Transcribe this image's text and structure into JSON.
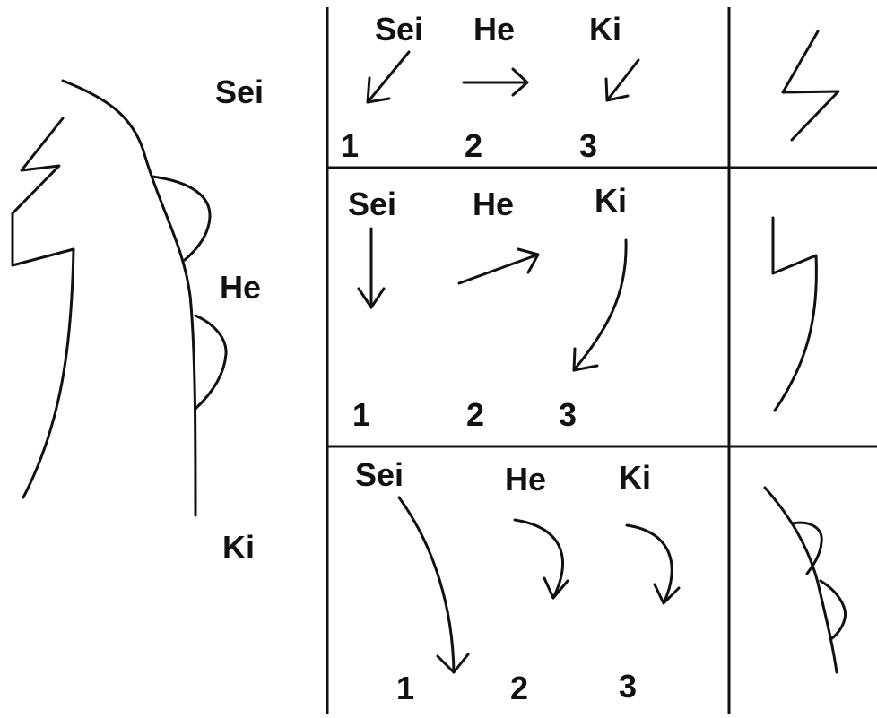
{
  "left": {
    "labels": [
      "Sei",
      "He",
      "Ki"
    ]
  },
  "rows": [
    {
      "syllables": [
        "Sei",
        "He",
        "Ki"
      ],
      "numbers": [
        "1",
        "2",
        "3"
      ]
    },
    {
      "syllables": [
        "Sei",
        "He",
        "Ki"
      ],
      "numbers": [
        "1",
        "2",
        "3"
      ]
    },
    {
      "syllables": [
        "Sei",
        "He",
        "Ki"
      ],
      "numbers": [
        "1",
        "2",
        "3"
      ]
    }
  ],
  "colors": {
    "ink": "#111111",
    "background": "#ffffff"
  }
}
